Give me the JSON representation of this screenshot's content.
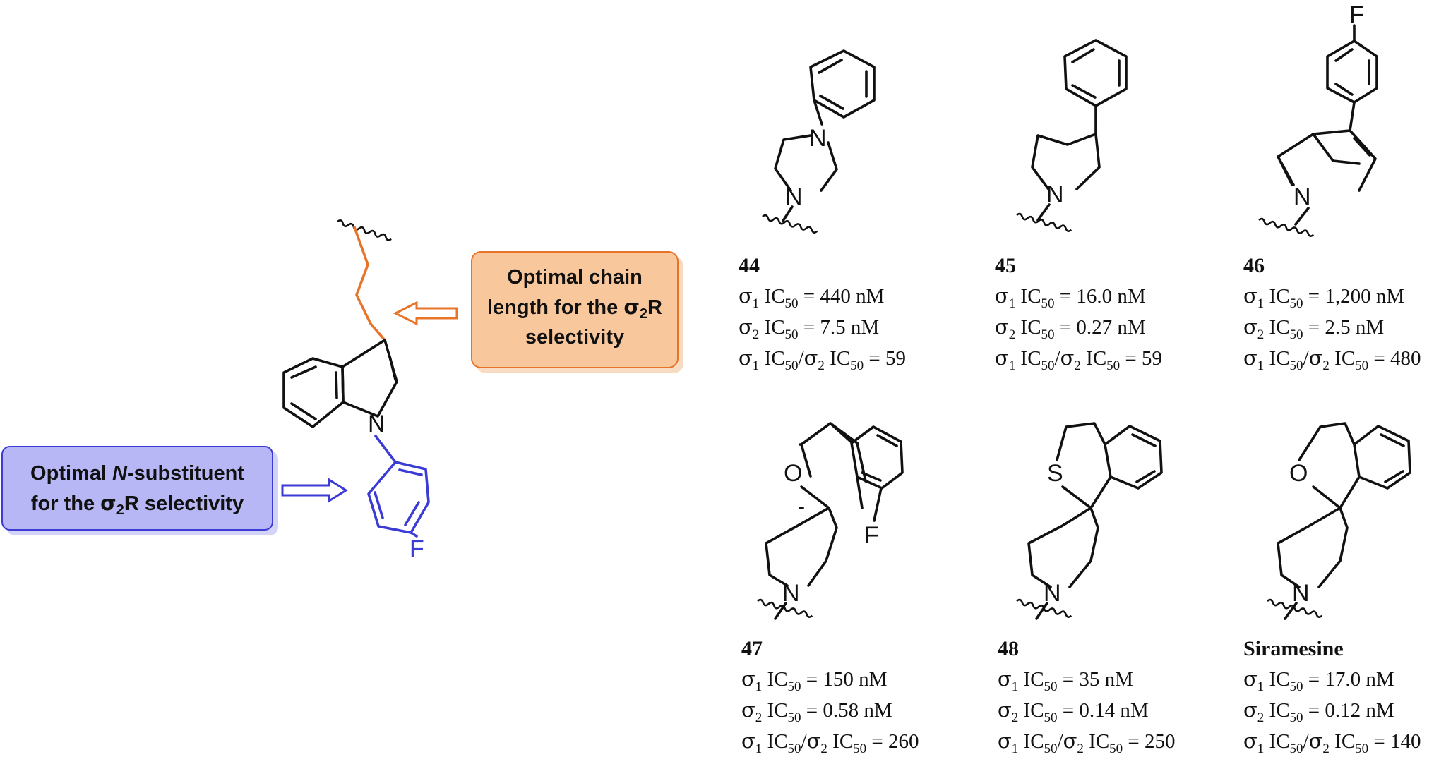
{
  "callouts": {
    "chain": {
      "line1": "Optimal chain",
      "line2_pre": "length for the ",
      "sigma": "σ",
      "sub": "2",
      "line2_post": "R",
      "line3": "selectivity"
    },
    "nsub": {
      "line1_pre": "Optimal ",
      "line1_em": "N",
      "line1_post": "-substituent",
      "line2_pre": "for the ",
      "sigma": "σ",
      "sub": "2",
      "line2_post": "R selectivity"
    }
  },
  "atoms": {
    "N": "N",
    "O": "O",
    "S": "S",
    "F": "F"
  },
  "compounds": [
    {
      "name": "44",
      "s1": "= 440 nM",
      "s2": "= 7.5 nM",
      "ratio": "= 59"
    },
    {
      "name": "45",
      "s1": "= 16.0 nM",
      "s2": "= 0.27 nM",
      "ratio": "= 59"
    },
    {
      "name": "46",
      "s1": "= 1,200 nM",
      "s2": "= 2.5 nM",
      "ratio": "= 480"
    },
    {
      "name": "47",
      "s1": "= 150 nM",
      "s2": "= 0.58 nM",
      "ratio": "= 260"
    },
    {
      "name": "48",
      "s1": "= 35 nM",
      "s2": "= 0.14 nM",
      "ratio": "= 250"
    },
    {
      "name": "Siramesine",
      "s1": "= 17.0 nM",
      "s2": "= 0.12 nM",
      "ratio": "= 140"
    }
  ],
  "labels": {
    "sigma": "σ",
    "one": "1",
    "two": "2",
    "ic": "IC",
    "fifty": "50",
    "slash": "/"
  },
  "colors": {
    "orange": "#e8742a",
    "orange_fill": "#f9c79c",
    "blue": "#3b3bd6",
    "blue_fill": "#b7b7f5"
  }
}
